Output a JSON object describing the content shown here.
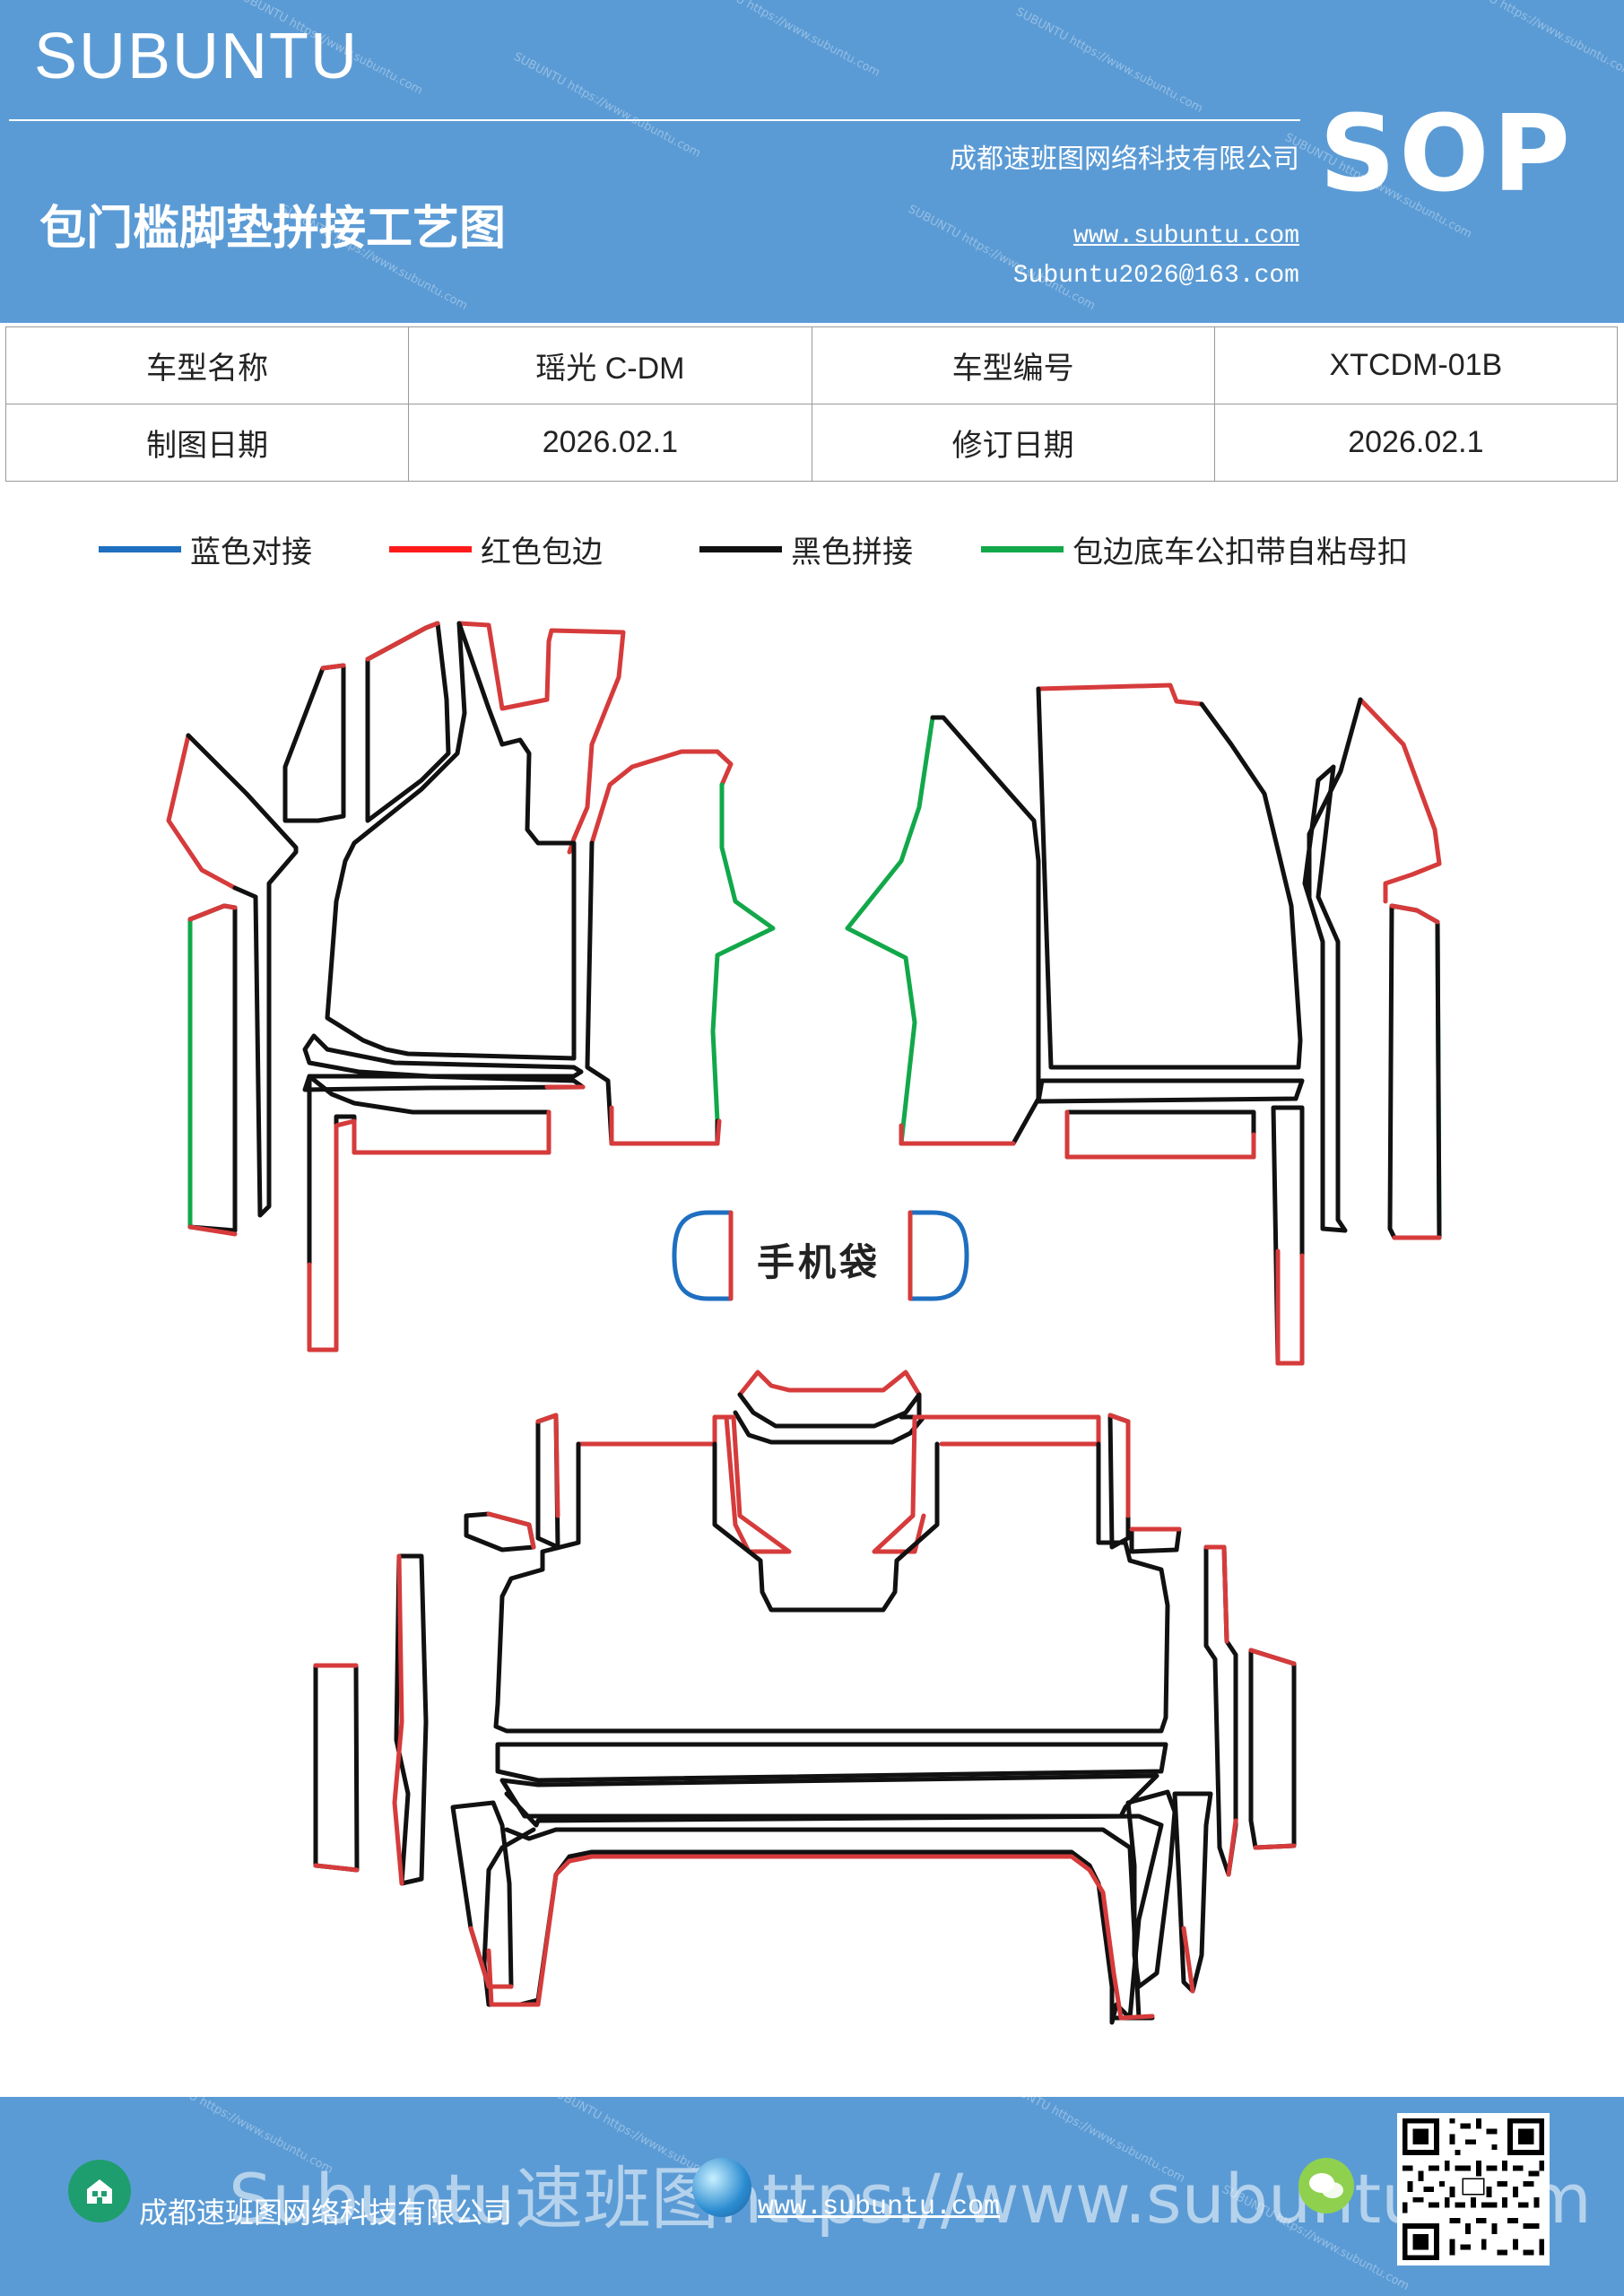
{
  "header": {
    "brand": "SUBUNTU",
    "title": "包门槛脚垫拼接工艺图",
    "company": "成都速班图网络科技有限公司",
    "website": "www.subuntu.com",
    "email": "Subuntu2026@163.com",
    "badge": "SOP"
  },
  "info_table": {
    "rows": [
      [
        "车型名称",
        "瑶光 C-DM",
        "车型编号",
        "XTCDM-01B"
      ],
      [
        "制图日期",
        "2026.02.1",
        "修订日期",
        "2026.02.1"
      ]
    ]
  },
  "legend": [
    {
      "color": "#1f6fc0",
      "label": "蓝色对接"
    },
    {
      "color": "#ff1a1a",
      "label": "红色包边"
    },
    {
      "color": "#111111",
      "label": "黑色拼接"
    },
    {
      "color": "#12a84a",
      "label": "包边底车公扣带自粘母扣"
    }
  ],
  "diagram": {
    "phone_pocket_label": "手机袋"
  },
  "footer": {
    "overlay_text": "Subuntu速班图https://www.subuntu.com",
    "company": "成都速班图网络科技有限公司",
    "website": "www.subuntu.com"
  },
  "icons": [
    "home-icon",
    "globe-icon",
    "wechat-icon",
    "qr-code"
  ],
  "colors": {
    "header_bg": "#5b9bd5",
    "blue": "#1f6fc0",
    "red": "#d63b3b",
    "black": "#111111",
    "green": "#12a84a"
  }
}
